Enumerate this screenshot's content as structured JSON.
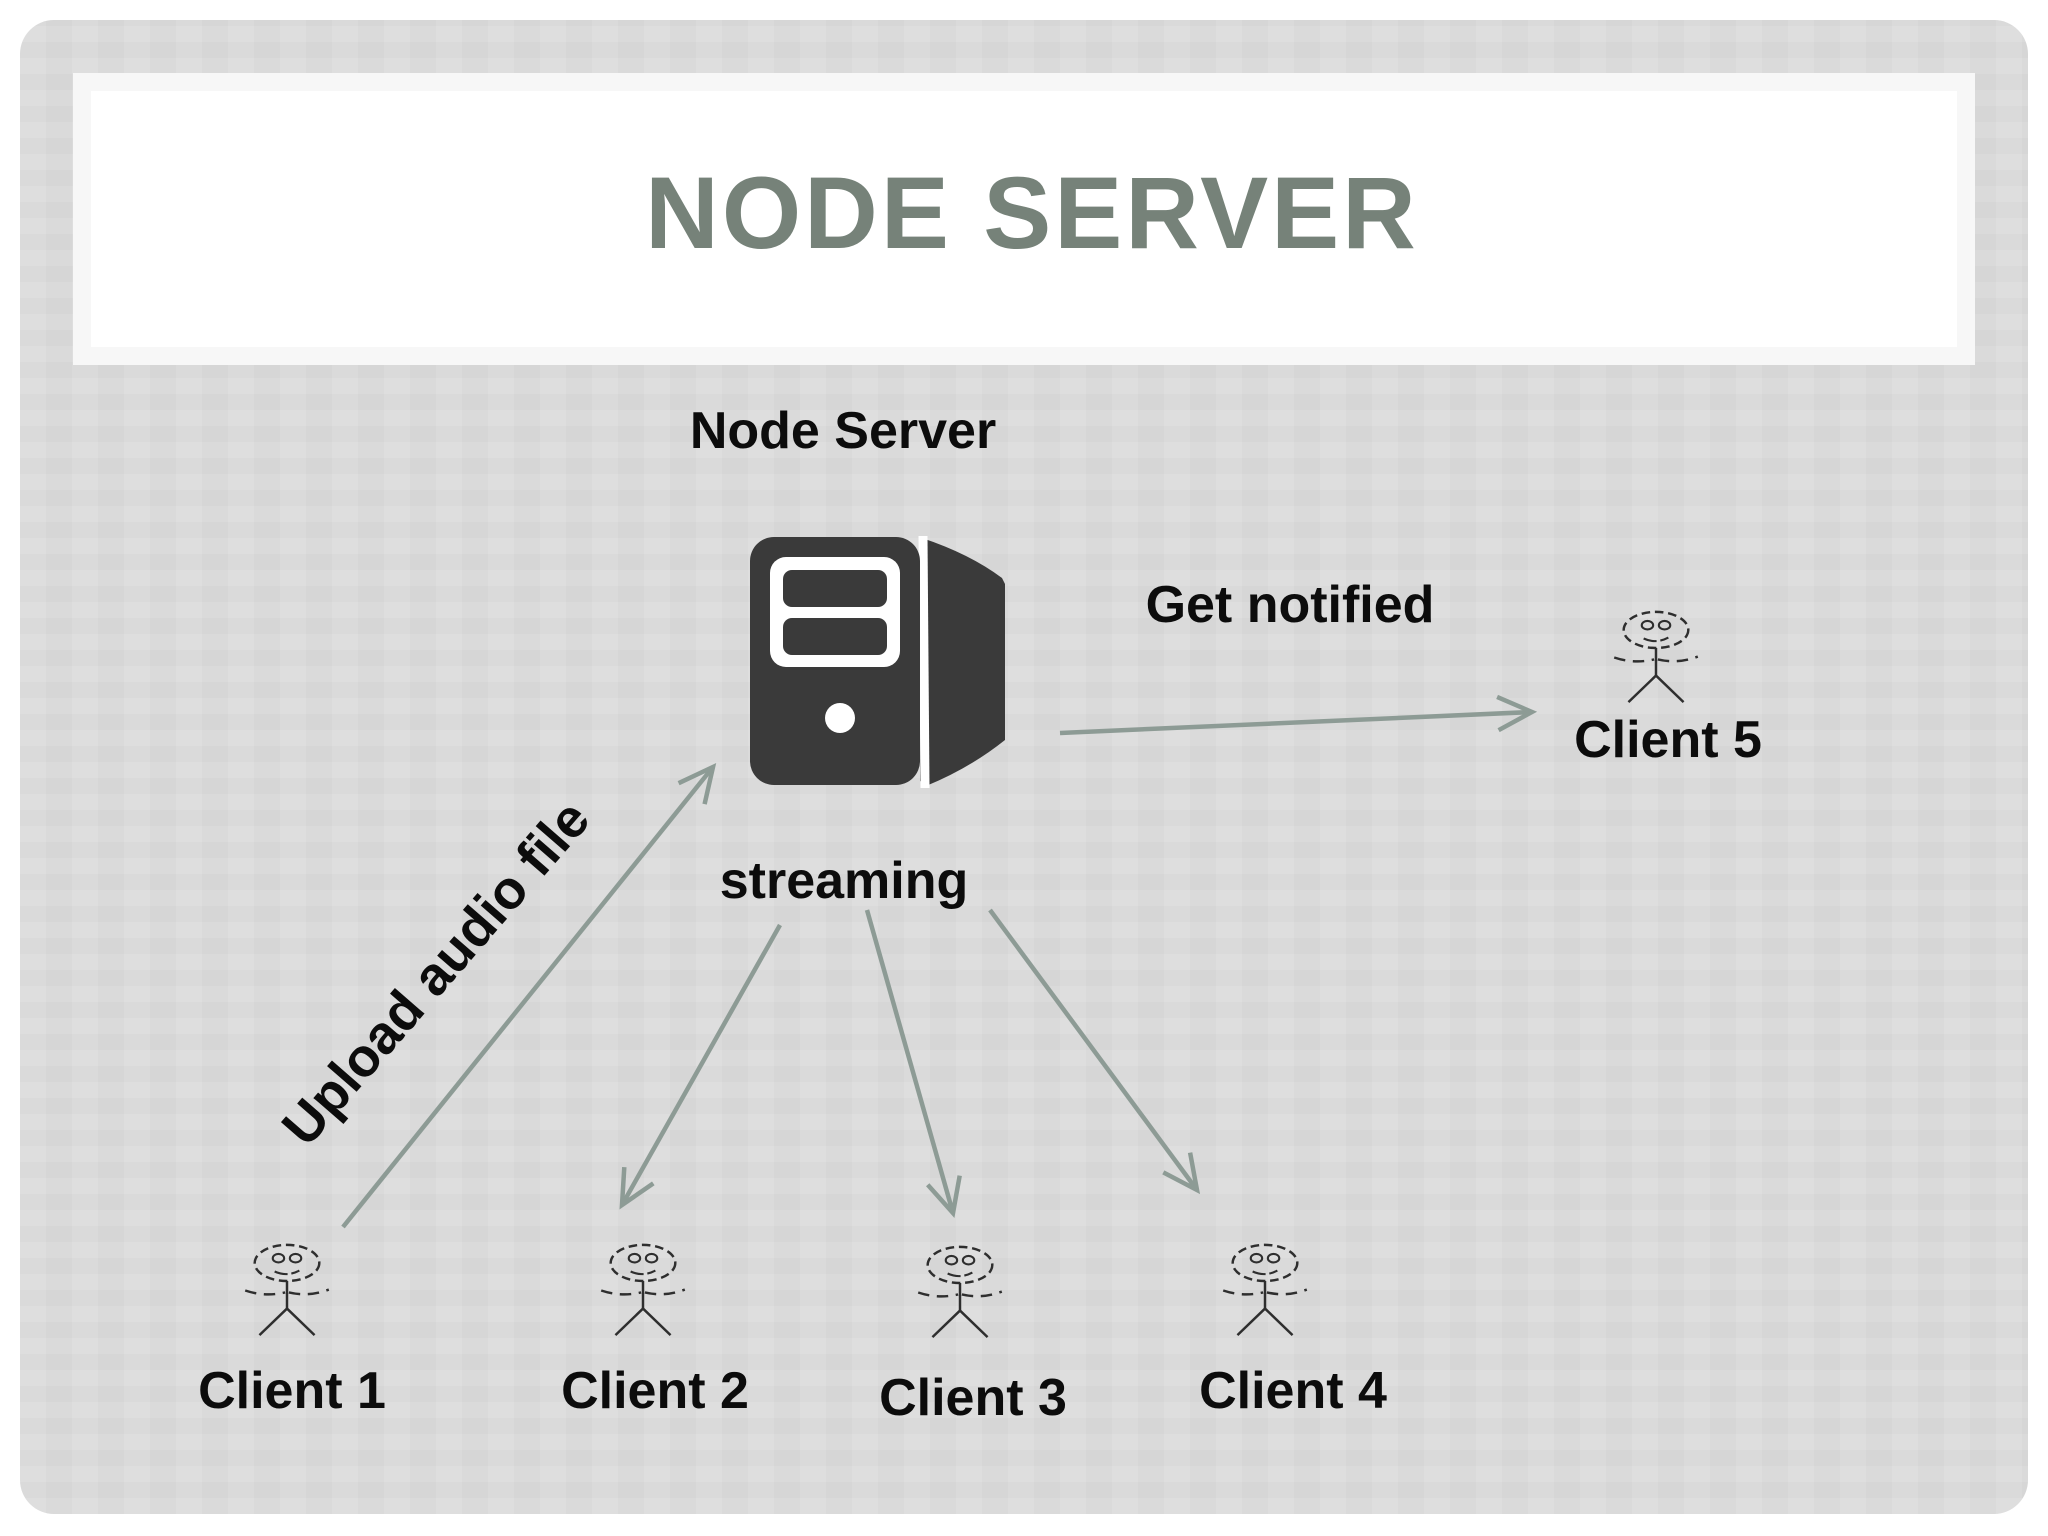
{
  "slide": {
    "title": "NODE SERVER"
  },
  "diagram": {
    "server_label": "Node Server",
    "annotations": {
      "upload": "Upload audio file",
      "streaming": "streaming",
      "notify": "Get notified"
    },
    "clients": [
      {
        "label": "Client 1"
      },
      {
        "label": "Client 2"
      },
      {
        "label": "Client 3"
      },
      {
        "label": "Client 4"
      },
      {
        "label": "Client 5"
      }
    ],
    "colors": {
      "title_text": "#768279",
      "arrow": "#8d9b95",
      "server_icon": "#3a3a3a",
      "slide_background": "#dcdcdc",
      "label_text": "#0c0c0c",
      "stick_figure": "#2e2e2e"
    }
  }
}
